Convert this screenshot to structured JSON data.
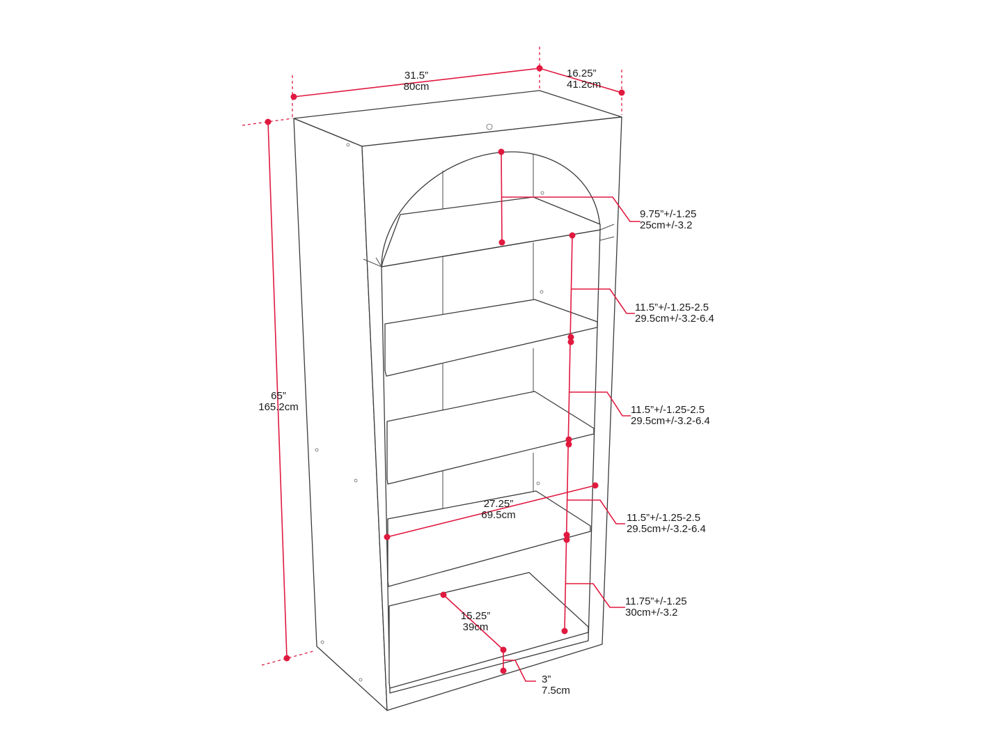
{
  "dimensions": {
    "width": {
      "imperial": "31.5”",
      "metric": "80cm"
    },
    "depth": {
      "imperial": "16.25”",
      "metric": "41.2cm"
    },
    "height": {
      "imperial": "65”",
      "metric": "165.2cm"
    },
    "arch_opening": {
      "imperial": "9.75”+/-1.25",
      "metric": "25cm+/-3.2"
    },
    "shelf_gap_1": {
      "imperial": "11.5”+/-1.25-2.5",
      "metric": "29.5cm+/-3.2-6.4"
    },
    "shelf_gap_2": {
      "imperial": "11.5”+/-1.25-2.5",
      "metric": "29.5cm+/-3.2-6.4"
    },
    "shelf_gap_3": {
      "imperial": "11.5”+/-1.25-2.5",
      "metric": "29.5cm+/-3.2-6.4"
    },
    "bottom_gap": {
      "imperial": "11.75”+/-1.25",
      "metric": "30cm+/-3.2"
    },
    "shelf_width": {
      "imperial": "27.25”",
      "metric": "69.5cm"
    },
    "shelf_depth": {
      "imperial": "15.25”",
      "metric": "39cm"
    },
    "base_height": {
      "imperial": "3”",
      "metric": "7.5cm"
    }
  },
  "colors": {
    "dimension": "#e0193f",
    "outline": "#3a3a3a"
  }
}
